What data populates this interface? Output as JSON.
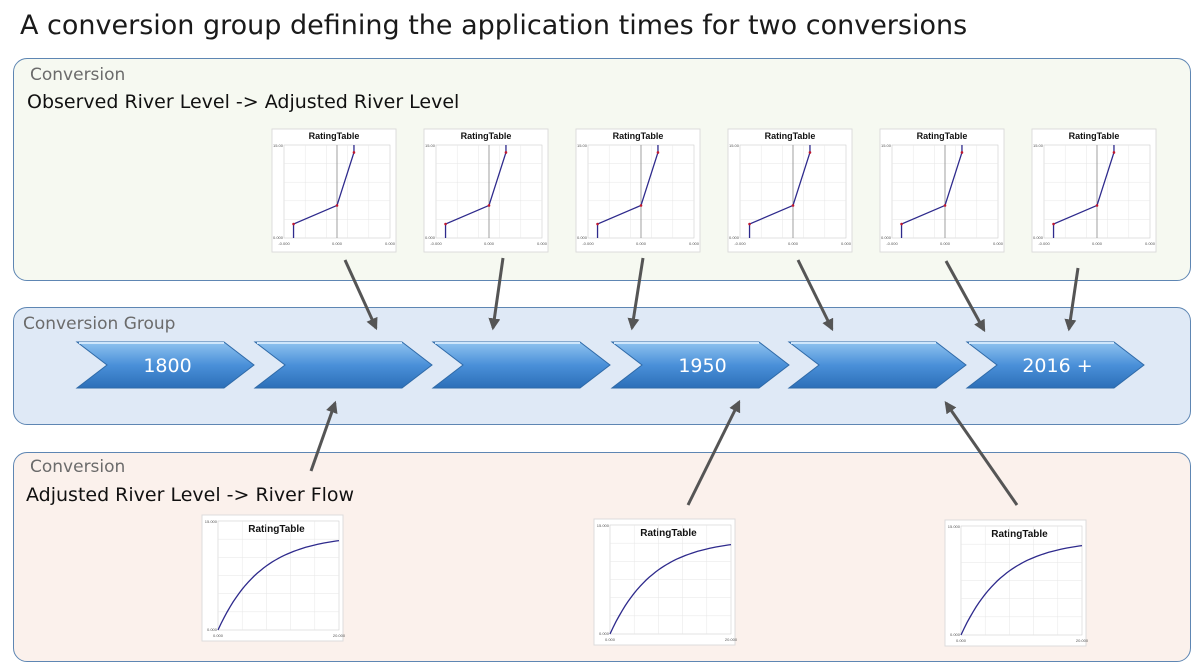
{
  "title": "A conversion group defining the application times for two conversions",
  "top_panel": {
    "label": "Conversion",
    "subtitle": "Observed River Level -> Adjusted River Level",
    "chart_title": "RatingTable",
    "y_ticks": [
      "15.00",
      "0.000"
    ],
    "x_ticks": [
      "-0.000",
      "0.000",
      "0.000"
    ]
  },
  "group_panel": {
    "label": "Conversion Group",
    "segments": [
      "1800",
      "",
      "",
      "1950",
      "",
      "2016 +"
    ]
  },
  "bottom_panel": {
    "label": "Conversion",
    "subtitle": "Adjusted River Level -> River Flow",
    "chart_title": "RatingTable",
    "y_ticks": [
      "15.000",
      "0.000"
    ],
    "x_ticks": [
      "0.000",
      "20.000"
    ]
  },
  "colors": {
    "chevron_fill": "#4a90d9",
    "arrow": "#555555",
    "curve": "#2e2a8c",
    "point": "#c0182f"
  }
}
